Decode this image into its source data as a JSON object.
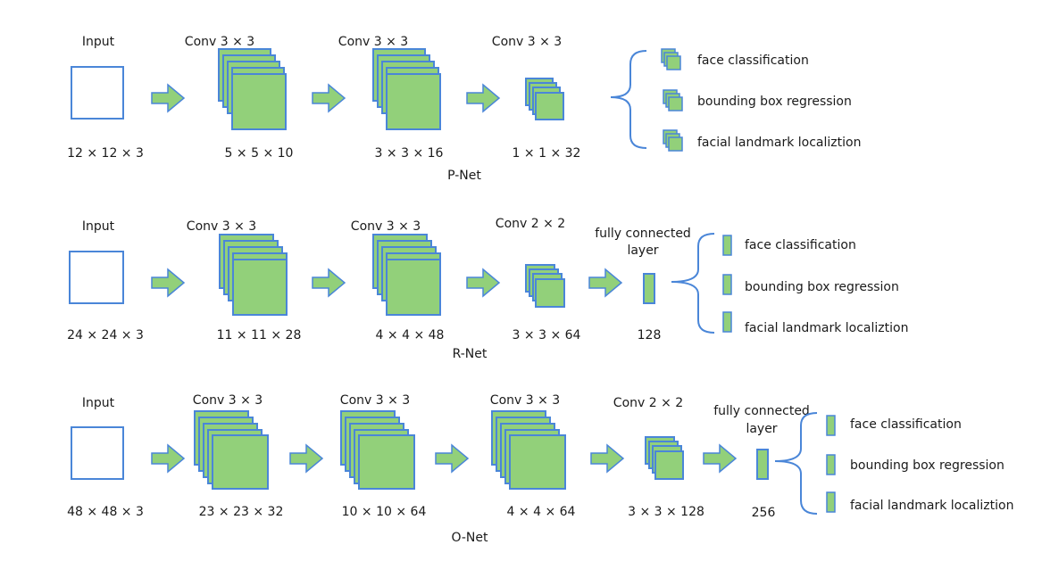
{
  "colors": {
    "fill": "#92d07a",
    "stroke": "#4a86d8",
    "text": "#1a1a1a"
  },
  "networks": [
    {
      "name": "P-Net",
      "input": {
        "label": "Input",
        "dims": "12 × 12 × 3"
      },
      "convs": [
        {
          "label": "Conv 3 × 3",
          "dims": "5 × 5 × 10"
        },
        {
          "label": "Conv 3 × 3",
          "dims": "3 × 3 × 16"
        },
        {
          "label": "Conv 3 × 3",
          "dims": "1 × 1 × 32"
        }
      ],
      "outputs": [
        "face classification",
        "bounding box regression",
        "facial landmark localiztion"
      ]
    },
    {
      "name": "R-Net",
      "input": {
        "label": "Input",
        "dims": "24 × 24 × 3"
      },
      "convs": [
        {
          "label": "Conv 3 × 3",
          "dims": "11 × 11 × 28"
        },
        {
          "label": "Conv 3 × 3",
          "dims": "4 × 4 × 48"
        },
        {
          "label": "Conv 2 × 2",
          "dims": "3 × 3 × 64"
        }
      ],
      "fc": {
        "label_line1": "fully connected",
        "label_line2": "layer",
        "dims": "128"
      },
      "outputs": [
        "face classification",
        "bounding box regression",
        "facial landmark localiztion"
      ]
    },
    {
      "name": "O-Net",
      "input": {
        "label": "Input",
        "dims": "48 × 48 × 3"
      },
      "convs": [
        {
          "label": "Conv 3 × 3",
          "dims": "23 × 23 × 32"
        },
        {
          "label": "Conv 3 × 3",
          "dims": "10 × 10 × 64"
        },
        {
          "label": "Conv 3 × 3",
          "dims": "4 × 4 × 64"
        },
        {
          "label": "Conv 2 × 2",
          "dims": "3 × 3 × 128"
        }
      ],
      "fc": {
        "label_line1": "fully connected",
        "label_line2": "layer",
        "dims": "256"
      },
      "outputs": [
        "face classification",
        "bounding box regression",
        "facial landmark localiztion"
      ]
    }
  ]
}
